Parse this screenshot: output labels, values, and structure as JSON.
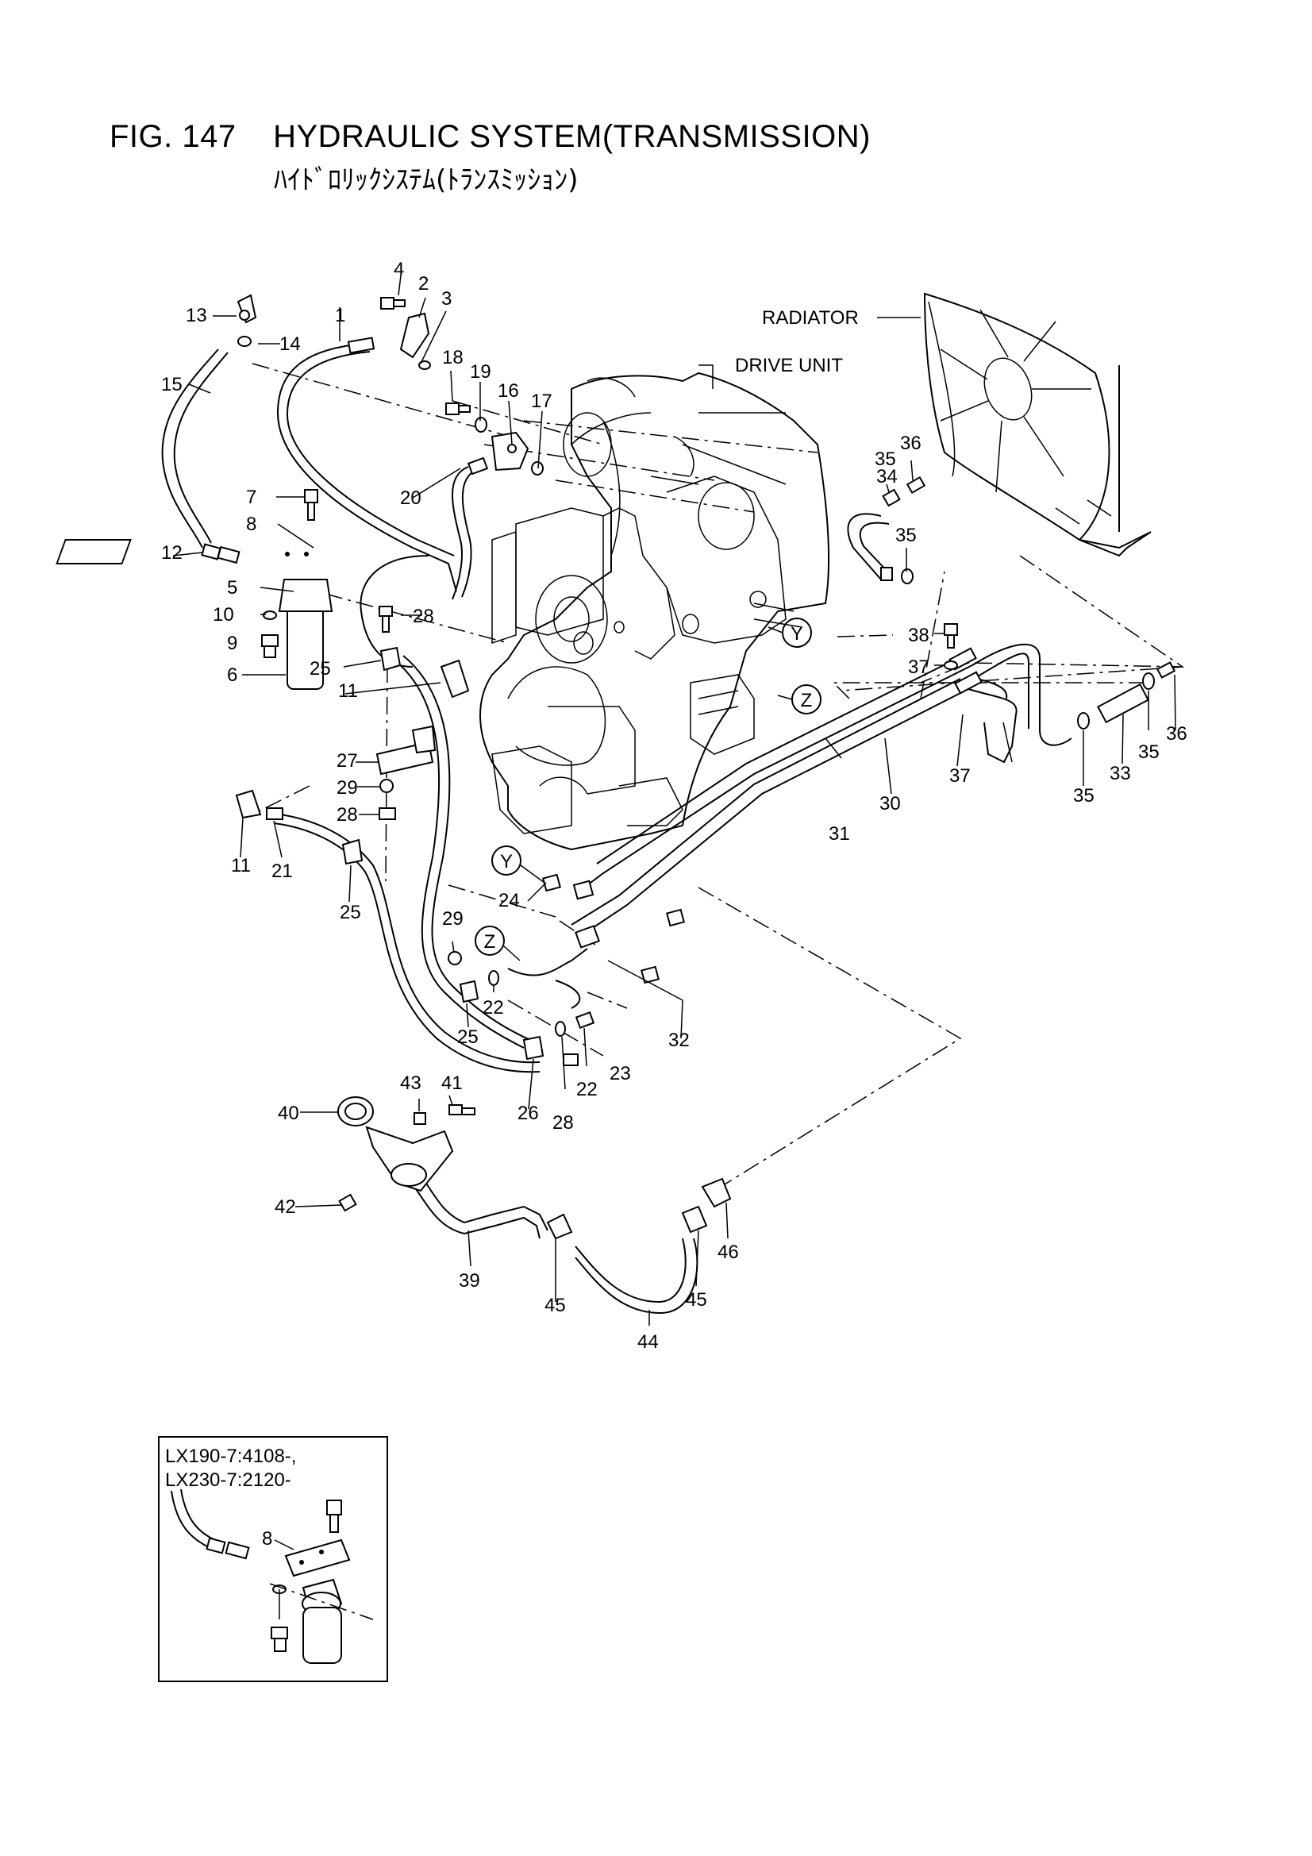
{
  "figure": {
    "number_label": "FIG. 147",
    "title": "HYDRAULIC SYSTEM(TRANSMISSION)",
    "subtitle": "ﾊｲﾄﾞﾛﾘｯｸｼｽﾃﾑ(ﾄﾗﾝｽﾐｯｼｮﾝ)"
  },
  "callouts": {
    "radiator": "RADIATOR",
    "drive_unit": "DRIVE UNIT"
  },
  "section_markers": [
    "Y",
    "Z",
    "Y",
    "Z"
  ],
  "part_numbers": [
    "1",
    "2",
    "3",
    "4",
    "5",
    "6",
    "7",
    "8",
    "9",
    "10",
    "11",
    "12",
    "13",
    "14",
    "15",
    "16",
    "17",
    "18",
    "19",
    "20",
    "21",
    "22",
    "23",
    "24",
    "25",
    "26",
    "27",
    "28",
    "29",
    "30",
    "31",
    "32",
    "33",
    "34",
    "35",
    "36",
    "37",
    "38",
    "39",
    "40",
    "41",
    "42",
    "43",
    "44",
    "45",
    "46"
  ],
  "labels": {
    "p1": "1",
    "p2": "2",
    "p3": "3",
    "p4": "4",
    "p5": "5",
    "p6": "6",
    "p7": "7",
    "p8": "8",
    "p9": "9",
    "p10": "10",
    "p11a": "11",
    "p11b": "11",
    "p12": "12",
    "p13": "13",
    "p14": "14",
    "p15": "15",
    "p16": "16",
    "p17": "17",
    "p18": "18",
    "p19": "19",
    "p20": "20",
    "p21": "21",
    "p22a": "22",
    "p22b": "22",
    "p23": "23",
    "p24": "24",
    "p25a": "25",
    "p25b": "25",
    "p25c": "25",
    "p26": "26",
    "p27": "27",
    "p28a": "28",
    "p28b": "28",
    "p28c": "28",
    "p29a": "29",
    "p29b": "29",
    "p30": "30",
    "p31": "31",
    "p32": "32",
    "p33": "33",
    "p34": "34",
    "p35a": "35",
    "p35b": "35",
    "p35c": "35",
    "p35d": "35",
    "p36a": "36",
    "p36b": "36",
    "p37a": "37",
    "p37b": "37",
    "p38": "38",
    "p39": "39",
    "p40": "40",
    "p41": "41",
    "p42": "42",
    "p43": "43",
    "p44": "44",
    "p45a": "45",
    "p45b": "45",
    "p46": "46",
    "inset8": "8"
  },
  "inset": {
    "line1": "LX190-7:4108-,",
    "line2": "LX230-7:2120-"
  }
}
